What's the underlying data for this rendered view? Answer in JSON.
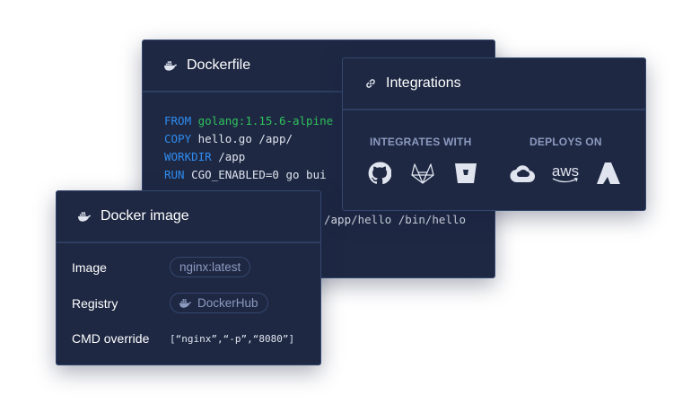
{
  "dockerfile": {
    "title": "Dockerfile",
    "lines": [
      {
        "kw": "FROM",
        "rest": "golang:1.15.6-alpine"
      },
      {
        "kw": "COPY",
        "rest": "hello.go /app/"
      },
      {
        "kw": "WORKDIR",
        "rest": "/app"
      },
      {
        "kw": "RUN",
        "rest": "CGO_ENABLED=0 go bui"
      },
      {
        "kw": "",
        "rest": ""
      },
      {
        "kw": "",
        "rest": "                     /app/hello /bin/hello"
      }
    ]
  },
  "integrations": {
    "title": "Integrations",
    "integrates_label": "INTEGRATES WITH",
    "deploys_label": "DEPLOYS ON",
    "integrates_icons": [
      "github-icon",
      "gitlab-icon",
      "bitbucket-icon"
    ],
    "deploys_icons": [
      "google-cloud-icon",
      "aws-icon",
      "azure-icon"
    ],
    "aws_text": "aws"
  },
  "docker_image": {
    "title": "Docker image",
    "rows": [
      {
        "label": "Image",
        "value": "nginx:latest"
      },
      {
        "label": "Registry",
        "value": "DockerHub"
      },
      {
        "label": "CMD override",
        "value": "[“nginx”,“-p”,“8080”]"
      }
    ]
  },
  "colors": {
    "card": "#1e2843",
    "keyword": "#2f8cf0",
    "string": "#2fc25b",
    "muted": "#8c9ac0"
  }
}
